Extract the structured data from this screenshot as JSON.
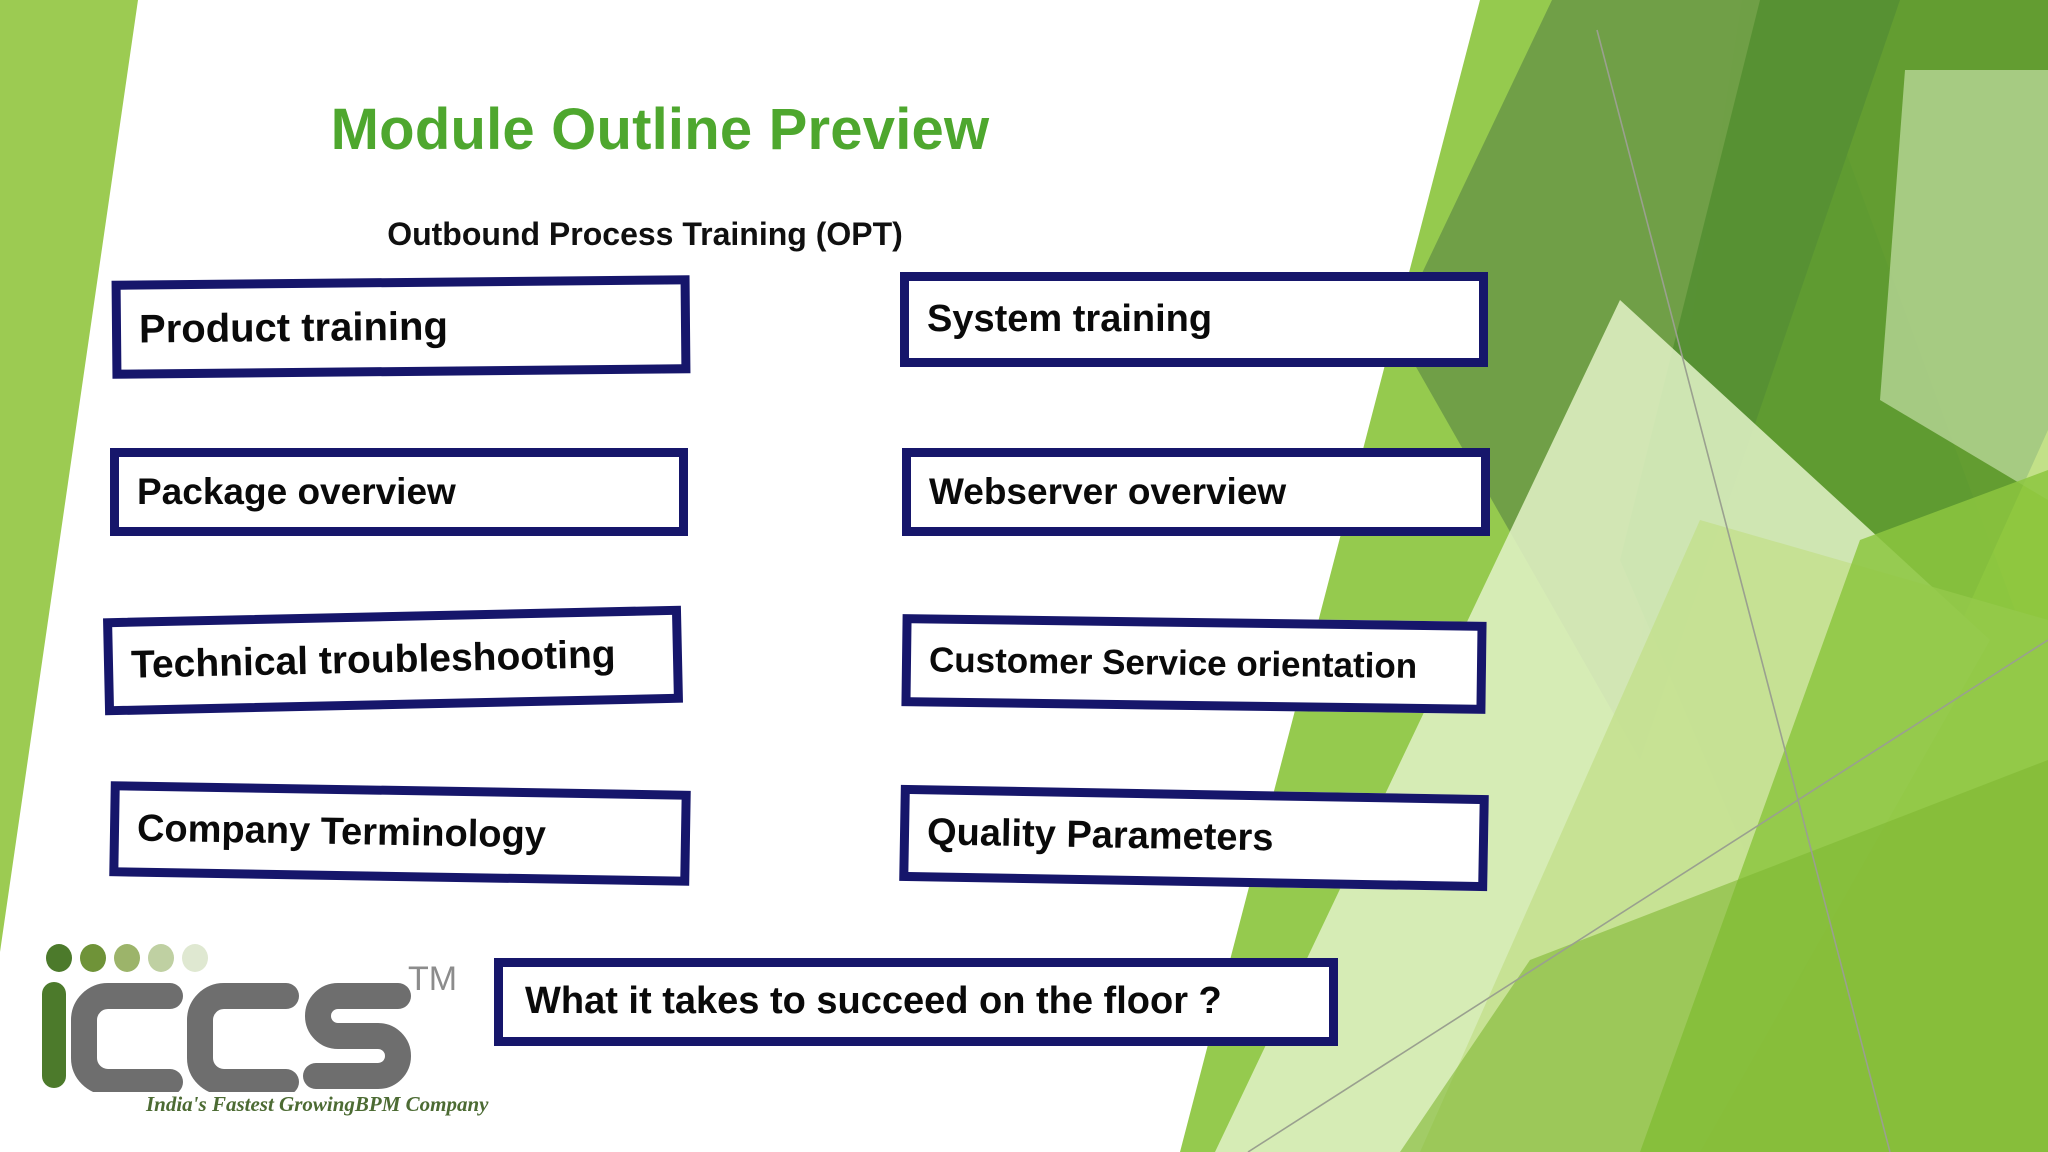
{
  "slide": {
    "title": "Module Outline Preview",
    "subtitle": "Outbound Process Training (OPT)",
    "accent_green": "#4ea72e",
    "box_border_navy": "#16166b",
    "background": "#ffffff"
  },
  "modules": {
    "left_column": [
      {
        "id": "product",
        "label": "Product training"
      },
      {
        "id": "package",
        "label": "Package overview"
      },
      {
        "id": "technical",
        "label": "Technical troubleshooting"
      },
      {
        "id": "terminology",
        "label": "Company Terminology"
      }
    ],
    "right_column": [
      {
        "id": "system",
        "label": "System training"
      },
      {
        "id": "webserver",
        "label": "Webserver overview"
      },
      {
        "id": "customer",
        "label": "Customer Service orientation"
      },
      {
        "id": "quality",
        "label": "Quality Parameters"
      }
    ],
    "footer_box": {
      "id": "floor",
      "label": "What it takes to succeed on the floor ?"
    }
  },
  "logo": {
    "wordmark_i": "i",
    "wordmark_ccs": "CCS",
    "trademark": "TM",
    "tagline": "India's Fastest GrowingBPM Company",
    "dot_colors": [
      "#4c7a2b",
      "#6f9338",
      "#9cb46a",
      "#bfd0a2",
      "#dfe8d1"
    ],
    "i_color": "#4c7a2b",
    "letters_color": "#6e6e6e",
    "tagline_color": "#4c6b33"
  },
  "decoration": {
    "left_wedge_color": "#9ccb52",
    "right_shapes": [
      {
        "name": "pale-green",
        "color": "#dff0c4"
      },
      {
        "name": "light-green",
        "color": "#c3e08c"
      },
      {
        "name": "mid-green",
        "color": "#8cc63f"
      },
      {
        "name": "bright-green",
        "color": "#a0cf3f"
      },
      {
        "name": "deep-green",
        "color": "#6b9a47"
      },
      {
        "name": "dark-green",
        "color": "#4f8c2e"
      }
    ],
    "hairline_color": "#9aa08f"
  }
}
